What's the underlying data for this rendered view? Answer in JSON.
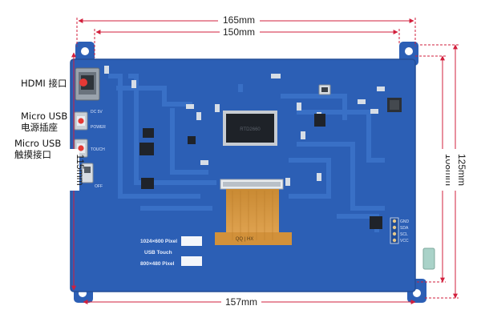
{
  "dimensions": {
    "top_outer": "165mm",
    "top_inner": "150mm",
    "bottom": "157mm",
    "left": "115mm",
    "right_inner": "108mm",
    "right_outer": "125mm"
  },
  "labels": {
    "hdmi": "HDMI 接口",
    "power_line1": "Micro USB",
    "power_line2": "电源插座",
    "touch_line1": "Micro USB",
    "touch_line2": "触摸接口"
  },
  "silkscreen": {
    "pixel_1024": "1024×600 Pixel",
    "usb_touch": "USB Touch",
    "pixel_800": "800×480 Pixel",
    "fpc_code": "QQ | HX",
    "dc5v": "DC 5V",
    "power": "POWER",
    "touch": "TOUCH",
    "off": "OFF",
    "gnd": "GND",
    "sda": "SDA",
    "scl": "SCL",
    "vcc": "VCC",
    "chip_brand": "RTD2660"
  },
  "colors": {
    "board": "#2c5fb5",
    "board_dark": "#1f4c99",
    "trace": "#3b72c8",
    "fpc": "#d99a3f",
    "dim_line": "#d21f3c",
    "port_red": "#e53935"
  }
}
